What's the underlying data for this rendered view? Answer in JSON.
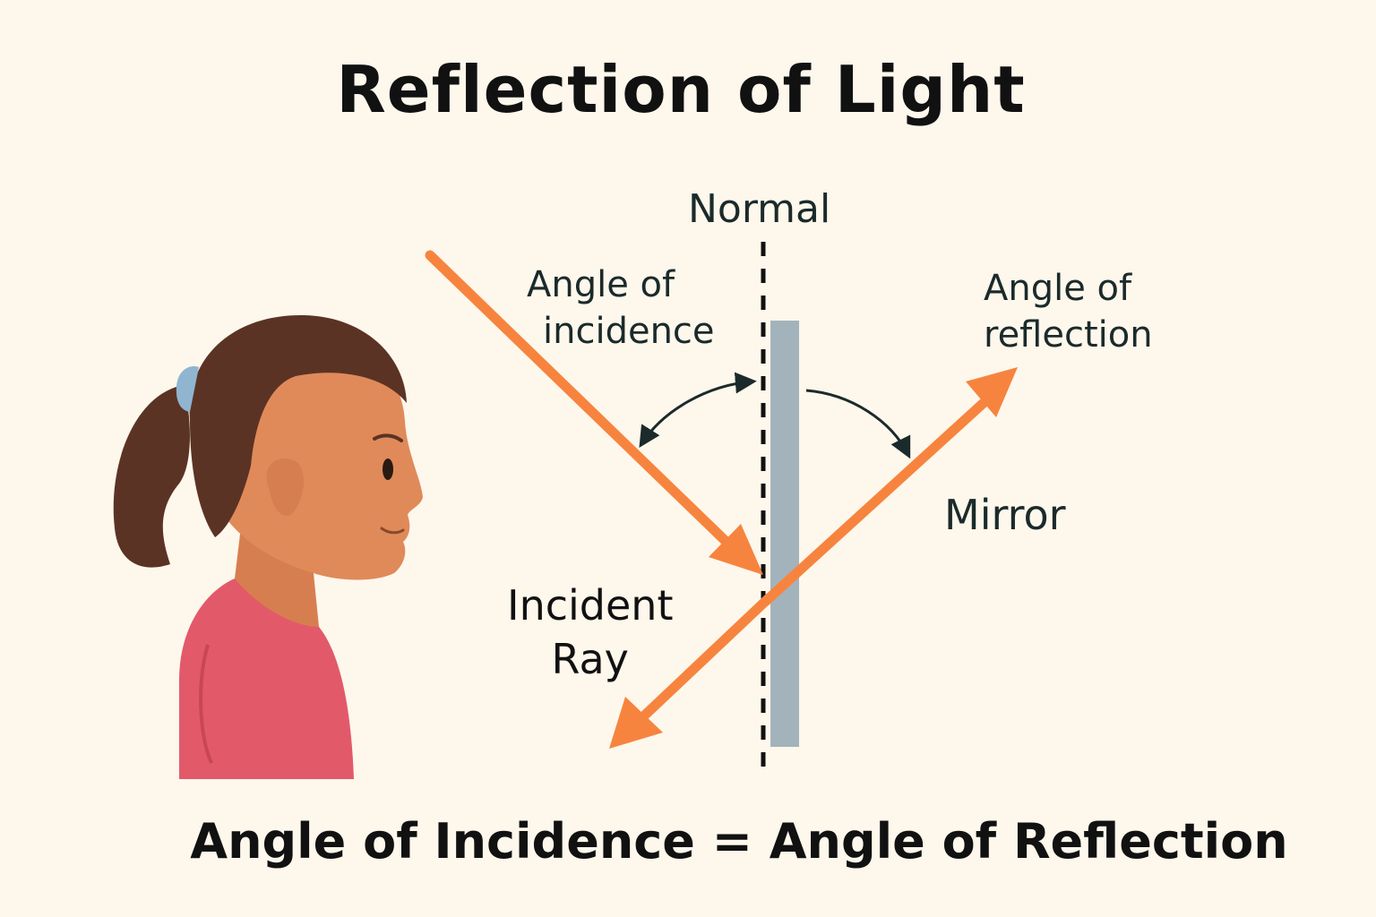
{
  "title": "Reflection of Light",
  "labels": {
    "normal": "Normal",
    "angle_of_incidence": [
      "Angle of",
      "incidence"
    ],
    "angle_of_reflection": [
      "Angle of",
      "reflection"
    ],
    "mirror": "Mirror",
    "incident_ray": [
      "Incident",
      "Ray"
    ]
  },
  "formula": "Angle of Incidence = Angle of Reflection",
  "colors": {
    "background": "#fdf7ec",
    "ray": "#f7843e",
    "mirror": "#a3b3bc",
    "skin": "#e08a5a",
    "hair": "#5b3324",
    "shirt": "#e25a6a",
    "hair_tie": "#8fb5d0"
  },
  "icons": [
    "girl-figure",
    "incident-ray-arrow",
    "reflected-ray-arrow",
    "angle-arc-arrow"
  ]
}
